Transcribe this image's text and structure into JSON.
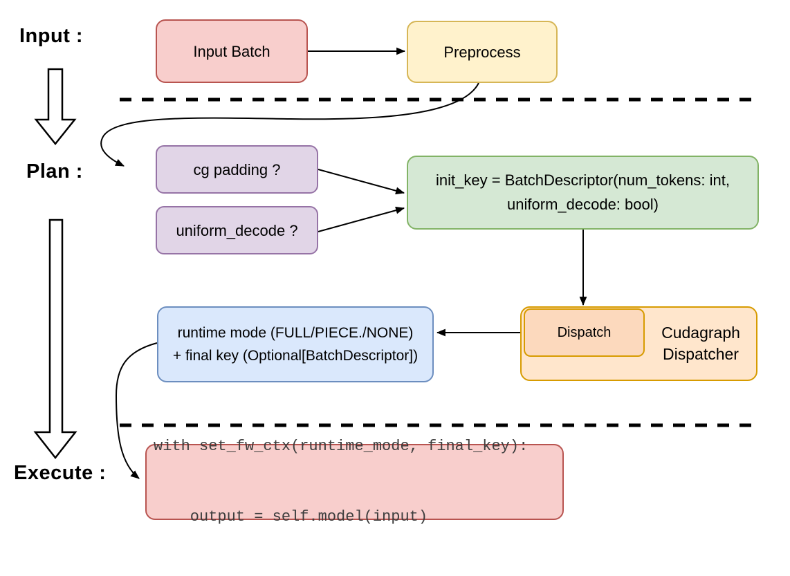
{
  "diagram": {
    "title_implicit": "Cudagraph dispatch flow",
    "stages": {
      "input": "Input :",
      "plan": "Plan :",
      "execute": "Execute :"
    },
    "nodes": {
      "input_batch": {
        "label": "Input Batch",
        "fill": "#f8cecc",
        "stroke": "#b85450"
      },
      "preprocess": {
        "label": "Preprocess",
        "fill": "#fff2cc",
        "stroke": "#d6b656"
      },
      "cg_padding": {
        "label": "cg padding ?",
        "fill": "#e1d5e7",
        "stroke": "#9673a6"
      },
      "uniform_decode": {
        "label": "uniform_decode ?",
        "fill": "#e1d5e7",
        "stroke": "#9673a6"
      },
      "init_key": {
        "line1": "init_key = BatchDescriptor(num_tokens: int,",
        "line2": "uniform_decode: bool)",
        "fill": "#d5e8d4",
        "stroke": "#82b366"
      },
      "dispatch": {
        "label": "Dispatch",
        "fill": "#fcd9bd",
        "stroke": "#d79b00"
      },
      "cudagraph_dispatcher": {
        "label": "Cudagraph Dispatcher",
        "fill": "#ffe6cc",
        "stroke": "#d79b00"
      },
      "runtime_mode": {
        "line1": "runtime mode (FULL/PIECE./NONE)",
        "line2": "+ final key (Optional[BatchDescriptor])",
        "fill": "#dae8fc",
        "stroke": "#6c8ebf"
      },
      "execute_code": {
        "line1": "with set_fw_ctx(runtime_mode, final_key):",
        "line2": "    output = self.model(input)",
        "fill": "#f8cecc",
        "stroke": "#b85450"
      }
    },
    "connector_color": "#000000",
    "separator_color": "#000000"
  }
}
